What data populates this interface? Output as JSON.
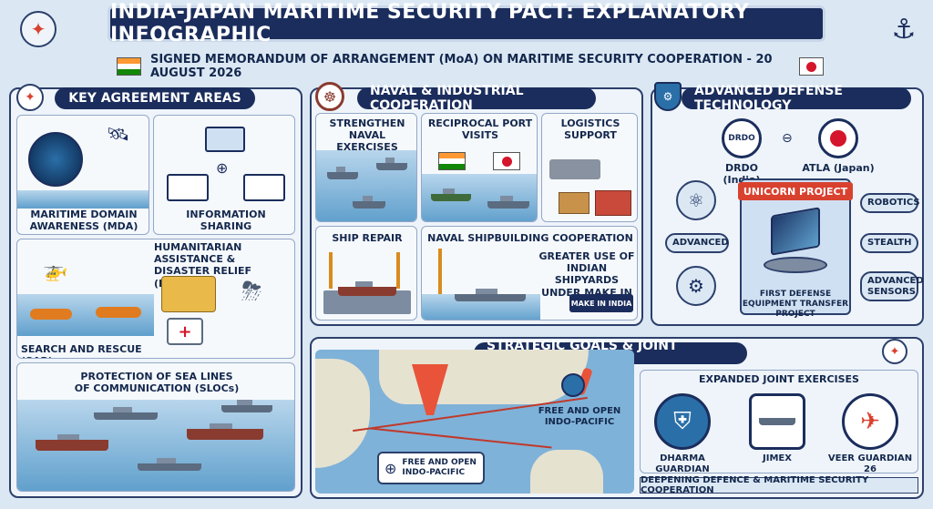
{
  "title": "INDIA-JAPAN MARITIME SECURITY PACT: EXPLANATORY INFOGRAPHIC",
  "subtitle": "SIGNED MEMORANDUM OF ARRANGEMENT (MoA) ON MARITIME SECURITY COOPERATION - 20 AUGUST 2026",
  "colors": {
    "navy": "#1b2d5c",
    "saffron": "#ff9933",
    "green": "#138808",
    "japan_red": "#d4152b",
    "unicorn_red": "#d9412f"
  },
  "key_areas": {
    "heading": "KEY AGREEMENT AREAS",
    "mda": "MARITIME DOMAIN AWARENESS (MDA)",
    "info": "INFORMATION SHARING",
    "hadr": "HUMANITARIAN ASSISTANCE & DISASTER RELIEF (HADR)",
    "sar": "SEARCH AND RESCUE (SAR)",
    "sloc": "PROTECTION OF SEA LINES OF COMMUNICATION (SLOCs)"
  },
  "naval": {
    "heading": "NAVAL & INDUSTRIAL COOPERATION",
    "exercises": "STRENGTHEN NAVAL EXERCISES",
    "port_visits": "RECIPROCAL PORT VISITS",
    "logistics": "LOGISTICS SUPPORT",
    "repair": "SHIP REPAIR",
    "shipbuilding": "NAVAL SHIPBUILDING COOPERATION",
    "shipyards": "GREATER USE OF INDIAN SHIPYARDS UNDER MAKE IN INDIA",
    "make_in_india": "MAKE IN INDIA"
  },
  "tech": {
    "heading": "ADVANCED DEFENSE TECHNOLOGY",
    "drdo_seal": "DRDO",
    "drdo": "DRDO (India)",
    "atla": "ATLA (Japan)",
    "unicorn": "UNICORN PROJECT",
    "unicorn_desc": "FIRST DEFENSE EQUIPMENT TRANSFER PROJECT",
    "advanced": "ADVANCED",
    "robotics": "ROBOTICS",
    "stealth": "STEALTH",
    "sensors": "ADVANCED SENSORS"
  },
  "strategic": {
    "heading": "STRATEGIC GOALS & JOINT EXERCISES",
    "fip1": "FREE AND OPEN INDO-PACIFIC",
    "fip2": "FREE AND OPEN INDO-PACIFIC",
    "exercises_heading": "EXPANDED JOINT EXERCISES",
    "ex1": "DHARMA GUARDIAN",
    "ex2": "JIMEX",
    "ex3": "VEER GUARDIAN 26",
    "footer": "DEEPENING DEFENCE & MARITIME SECURITY COOPERATION"
  },
  "icons": [
    "compass-icon",
    "anchor-icon",
    "helm-icon",
    "shield-icon",
    "radar-icon",
    "satellite-icon",
    "globe-icon",
    "atom-icon",
    "gear-icon"
  ]
}
